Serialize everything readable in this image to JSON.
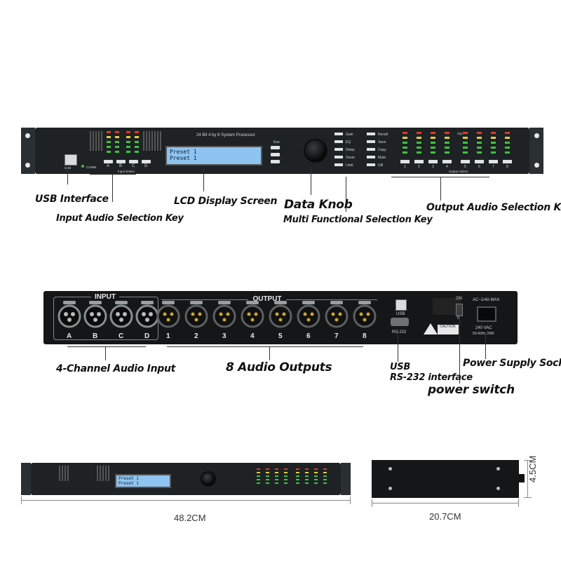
{
  "front_panel": {
    "header_text": "24 Bit    4 by 8 System Processor",
    "lcd_line1": "Preset  1",
    "lcd_line2": "Preset  1",
    "esc": "Esc",
    "usb_label": "USB",
    "comm_label": "COMM",
    "input_keys": [
      "A",
      "B",
      "C",
      "D"
    ],
    "input_select_label": "Input Select",
    "output_keys": [
      "1",
      "2",
      "3",
      "4",
      "5",
      "6",
      "7",
      "8"
    ],
    "output_select_label": "Output Select",
    "func_left": [
      "Gain",
      "EQ",
      "Delay",
      "Xover",
      "Limit"
    ],
    "func_right": [
      "Recall",
      "Save",
      "Copy",
      "Mute",
      "Util"
    ],
    "meter_label_top": "Clip"
  },
  "rear_panel": {
    "input_title": "INPUT",
    "output_title": "OUTPUT",
    "input_channels": [
      "A",
      "B",
      "C",
      "D"
    ],
    "output_channels": [
      "1",
      "2",
      "3",
      "4",
      "5",
      "6",
      "7",
      "8"
    ],
    "usb_label": "USB",
    "rs232_label": "RS-232",
    "caution_label": "CAUTION",
    "switch_on": "ON",
    "switch_off": "0",
    "power_rating": "AC~1/4A MAX",
    "voltage": "240 VAC",
    "frequency": "50-60Hz 20W"
  },
  "callouts": {
    "usb_interface": "USB Interface",
    "input_key": "Input Audio Selection Key",
    "lcd": "LCD Display Screen",
    "data_knob": "Data Knob",
    "multi_func": "Multi Functional Selection Key",
    "output_key": "Output Audio Selection Key",
    "audio_input": "4-Channel Audio Input",
    "audio_outputs": "8 Audio Outputs",
    "usb_rs232_line1": "USB",
    "usb_rs232_line2": "RS-232 interface",
    "power_switch": "power switch",
    "power_socket": "Power Supply Socket"
  },
  "dimensions": {
    "width": "48.2CM",
    "depth": "20.7CM",
    "height": "4.5CM"
  },
  "colors": {
    "panel": "#1e2224",
    "lcd": "#8fc3f0",
    "meter_green": "#3ec43e",
    "meter_yellow": "#e2d23a",
    "meter_red": "#e23a2a",
    "xlr_pin_gold": "#c9a82b"
  }
}
